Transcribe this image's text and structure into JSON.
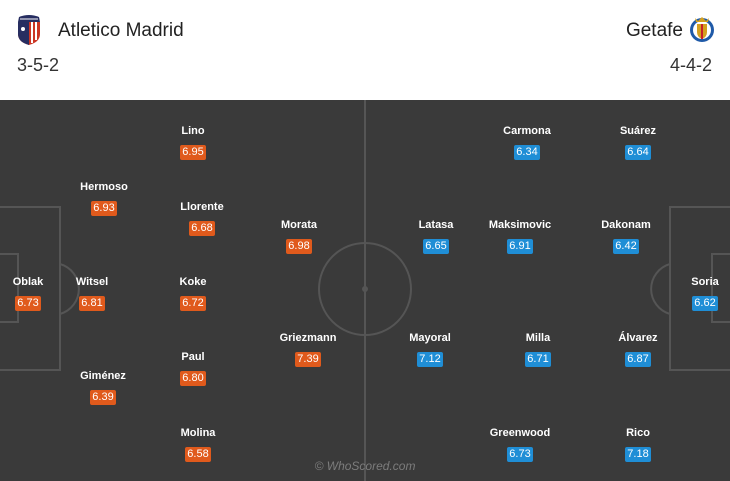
{
  "home": {
    "name": "Atletico Madrid",
    "formation": "3-5-2",
    "color": "#e05a1c",
    "crest_icon": "atletico-madrid-crest-icon",
    "players": [
      {
        "name": "Oblak",
        "rating": "6.73"
      },
      {
        "name": "Hermoso",
        "rating": "6.93"
      },
      {
        "name": "Witsel",
        "rating": "6.81"
      },
      {
        "name": "Giménez",
        "rating": "6.39"
      },
      {
        "name": "Lino",
        "rating": "6.95"
      },
      {
        "name": "Llorente",
        "rating": "6.68"
      },
      {
        "name": "Koke",
        "rating": "6.72"
      },
      {
        "name": "Paul",
        "rating": "6.80"
      },
      {
        "name": "Molina",
        "rating": "6.58"
      },
      {
        "name": "Morata",
        "rating": "6.98"
      },
      {
        "name": "Griezmann",
        "rating": "7.39"
      }
    ]
  },
  "away": {
    "name": "Getafe",
    "formation": "4-4-2",
    "color": "#1f8ed6",
    "crest_icon": "getafe-crest-icon",
    "players": [
      {
        "name": "Soria",
        "rating": "6.62"
      },
      {
        "name": "Suárez",
        "rating": "6.64"
      },
      {
        "name": "Dakonam",
        "rating": "6.42"
      },
      {
        "name": "Álvarez",
        "rating": "6.87"
      },
      {
        "name": "Rico",
        "rating": "7.18"
      },
      {
        "name": "Carmona",
        "rating": "6.34"
      },
      {
        "name": "Maksimovic",
        "rating": "6.91"
      },
      {
        "name": "Milla",
        "rating": "6.71"
      },
      {
        "name": "Greenwood",
        "rating": "6.73"
      },
      {
        "name": "Latasa",
        "rating": "6.65"
      },
      {
        "name": "Mayoral",
        "rating": "7.12"
      }
    ]
  },
  "watermark": "© WhoScored.com"
}
